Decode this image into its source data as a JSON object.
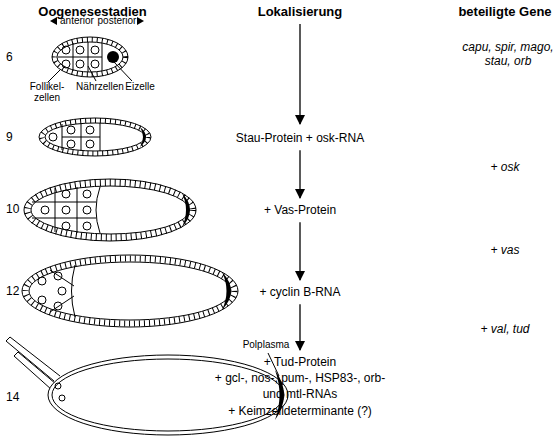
{
  "diagram": {
    "nodes": [
      {
        "text": [
          "Stau-Protein + osk-RNA"
        ]
      },
      {
        "text": [
          "+ Vas-Protein"
        ]
      },
      {
        "text": [
          "+ cyclin B-RNA"
        ]
      },
      {
        "text": [
          "+ Tud-Protein",
          "+ gcl-, nos-, pum-, HSP83-, orb- und mtl-RNAs",
          "+ Keimzelldeterminante (?)"
        ]
      }
    ],
    "edges": [
      {
        "from": 0,
        "to": 1,
        "arrow": "to"
      },
      {
        "from": 1,
        "to": 2,
        "arrow": "to"
      },
      {
        "from": 2,
        "to": 3,
        "arrow": "to"
      }
    ],
    "labels": [
      "Oogenesestadien",
      "Lokalisierung",
      "beteiligte Gene",
      "6",
      "anterior",
      "posterior",
      "Follikel- zellen",
      "Nährzellen",
      "Eizelle",
      "capu, spir, mago, stau, orb",
      "9",
      "+ osk",
      "10",
      "+ vas",
      "12",
      "+ val, tud",
      "Polplasma",
      "14"
    ]
  }
}
